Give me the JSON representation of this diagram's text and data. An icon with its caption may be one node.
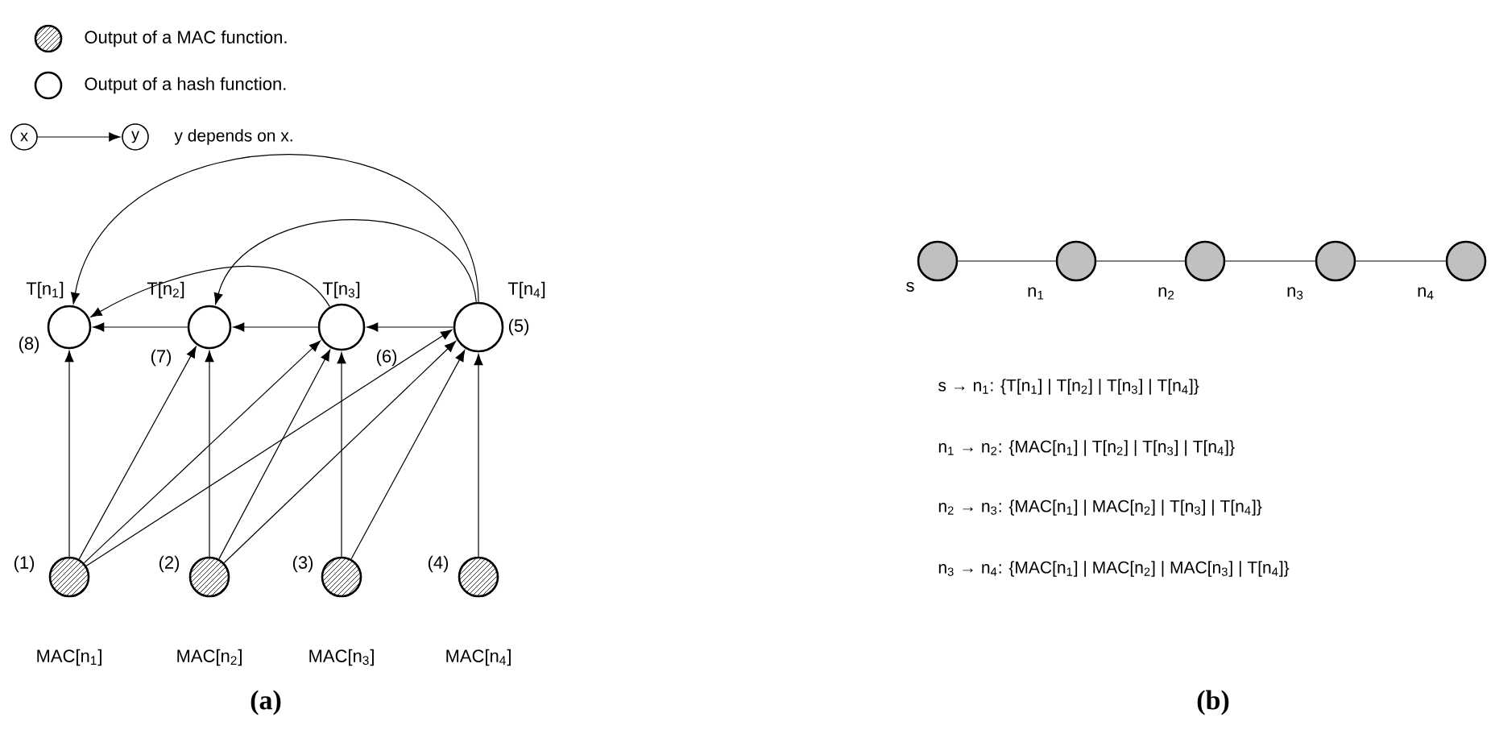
{
  "diagram": {
    "nodes": [
      {
        "text": [
          "x"
        ]
      },
      {
        "text": [
          "y"
        ]
      },
      {
        "text": [],
        "shape": "circle",
        "beside": [
          "T[n$_{1}$]",
          "(8)"
        ]
      },
      {
        "text": [],
        "shape": "circle",
        "beside": [
          "T[n$_{2}$]",
          "(7)"
        ]
      },
      {
        "text": [],
        "shape": "circle",
        "beside": [
          "T[n$_{3}$]",
          "(6)"
        ]
      },
      {
        "text": [],
        "shape": "circle",
        "beside": [
          "T[n$_{4}$]",
          "(5)"
        ]
      },
      {
        "text": [],
        "shape": "circle",
        "beside": [
          "(1)",
          "MAC[n$_{1}$]"
        ]
      },
      {
        "text": [],
        "shape": "circle",
        "beside": [
          "(2)",
          "MAC[n$_{2}$]"
        ]
      },
      {
        "text": [],
        "shape": "circle",
        "beside": [
          "(3)",
          "MAC[n$_{3}$]"
        ]
      },
      {
        "text": [],
        "shape": "circle",
        "beside": [
          "(4)",
          "MAC[n$_{4}$]"
        ]
      },
      {
        "text": [],
        "shape": "circle",
        "beside": [
          "s"
        ]
      },
      {
        "text": [],
        "shape": "circle",
        "beside": [
          "n$_{1}$"
        ]
      },
      {
        "text": [],
        "shape": "circle",
        "beside": [
          "n$_{2}$"
        ]
      },
      {
        "text": [],
        "shape": "circle",
        "beside": [
          "n$_{3}$"
        ]
      },
      {
        "text": [],
        "shape": "circle",
        "beside": [
          "n$_{4}$"
        ]
      }
    ],
    "edges": [
      {
        "from": 0,
        "to": 1,
        "arrow": "to"
      },
      {
        "from": 5,
        "to": 4,
        "arrow": "to"
      },
      {
        "from": 4,
        "to": 3,
        "arrow": "to"
      },
      {
        "from": 3,
        "to": 2,
        "arrow": "to"
      },
      {
        "from": 5,
        "to": 2,
        "arrow": "to"
      },
      {
        "from": 5,
        "to": 3,
        "arrow": "to"
      },
      {
        "from": 4,
        "to": 2,
        "arrow": "to"
      },
      {
        "from": 6,
        "to": 2,
        "arrow": "to"
      },
      {
        "from": 6,
        "to": 3,
        "arrow": "to"
      },
      {
        "from": 6,
        "to": 4,
        "arrow": "to"
      },
      {
        "from": 6,
        "to": 5,
        "arrow": "to"
      },
      {
        "from": 7,
        "to": 3,
        "arrow": "to"
      },
      {
        "from": 7,
        "to": 4,
        "arrow": "to"
      },
      {
        "from": 7,
        "to": 5,
        "arrow": "to"
      },
      {
        "from": 8,
        "to": 4,
        "arrow": "to"
      },
      {
        "from": 8,
        "to": 5,
        "arrow": "to"
      },
      {
        "from": 9,
        "to": 5,
        "arrow": "to"
      },
      {
        "from": 10,
        "to": 11,
        "arrow": "none"
      },
      {
        "from": 11,
        "to": 12,
        "arrow": "none"
      },
      {
        "from": 12,
        "to": 13,
        "arrow": "none"
      },
      {
        "from": 13,
        "to": 14,
        "arrow": "none"
      }
    ],
    "labels": [
      "y depends on x.",
      "s → n$_{1}$:  {T[n$_{1}$] | T[n$_{2}$] | T[n$_{3}$] | T[n$_{4}$]}",
      "n$_{1}$ → n$_{2}$: {MAC[n$_{1}$] | T[n$_{2}$] | T[n$_{3}$] | T[n$_{4}$]}",
      "n$_{2}$ → n$_{3}$: {MAC[n$_{1}$] | MAC[n$_{2}$] | T[n$_{3}$] | T[n$_{4}$]}",
      "n$_{3}$ → n$_{4}$: {MAC[n$_{1}$] | MAC[n$_{2}$] | MAC[n$_{3}$] | T[n$_{4}$]}",
      "(a)",
      "(b)"
    ],
    "legend": [
      {
        "text": "Output of a MAC function."
      },
      {
        "text": "Output of a hash function."
      }
    ]
  }
}
